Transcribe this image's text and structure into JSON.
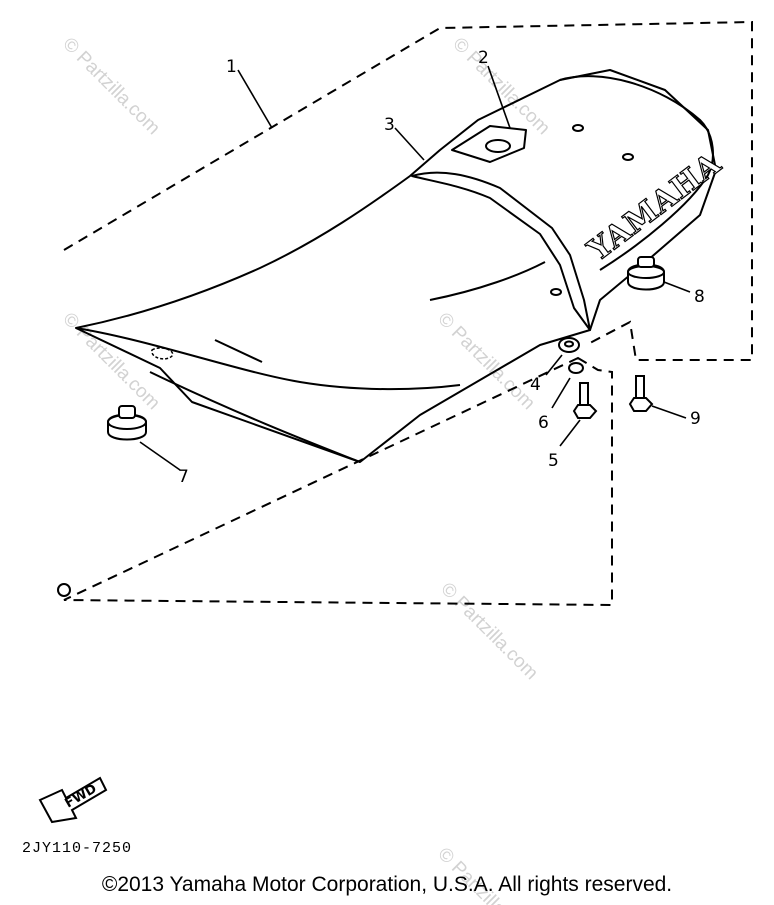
{
  "watermark": "© Partzilla.com",
  "brand_on_seat": "YAMAHA",
  "fwd_label": "FWD",
  "callouts": [
    "1",
    "2",
    "3",
    "4",
    "5",
    "6",
    "7",
    "8",
    "9"
  ],
  "diagram_code": "2JY110-7250",
  "copyright": "©2013  Yamaha Motor Corporation, U.S.A. All rights reserved."
}
